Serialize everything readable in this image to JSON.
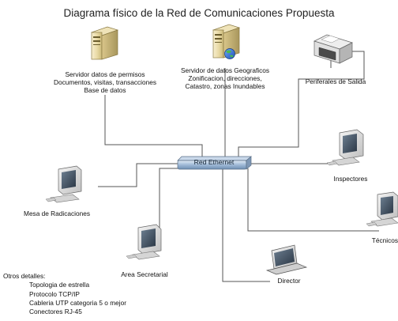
{
  "diagram": {
    "title": "Diagrama físico de la Red de Comunicaciones Propuesta",
    "hub": {
      "label": "Red Ethernet"
    },
    "nodes": {
      "server_permits": {
        "lines": [
          "Servidor datos de permisos",
          "Documentos, visitas, transacciones",
          "Base de datos"
        ]
      },
      "server_geo": {
        "lines": [
          "Servidor de datos Geograficos",
          "Zonificacion, direcciones,",
          "Catastro, zonas Inundables"
        ]
      },
      "printer": {
        "lines": [
          "Periferales de Salida"
        ]
      },
      "mesa": {
        "lines": [
          "Mesa de Radicaciones"
        ]
      },
      "inspectores": {
        "lines": [
          "Inspectores"
        ]
      },
      "secretarial": {
        "lines": [
          "Area Secretarial"
        ]
      },
      "director": {
        "lines": [
          "Director"
        ]
      },
      "tecnicos": {
        "lines": [
          "Técnicos"
        ]
      }
    },
    "details": {
      "heading": "Otros detalles:",
      "items": [
        "Topologia de estrella",
        "Protocolo TCP/IP",
        "Cableria UTP categoria 5 o mejor",
        "Conectores RJ-45"
      ]
    }
  }
}
